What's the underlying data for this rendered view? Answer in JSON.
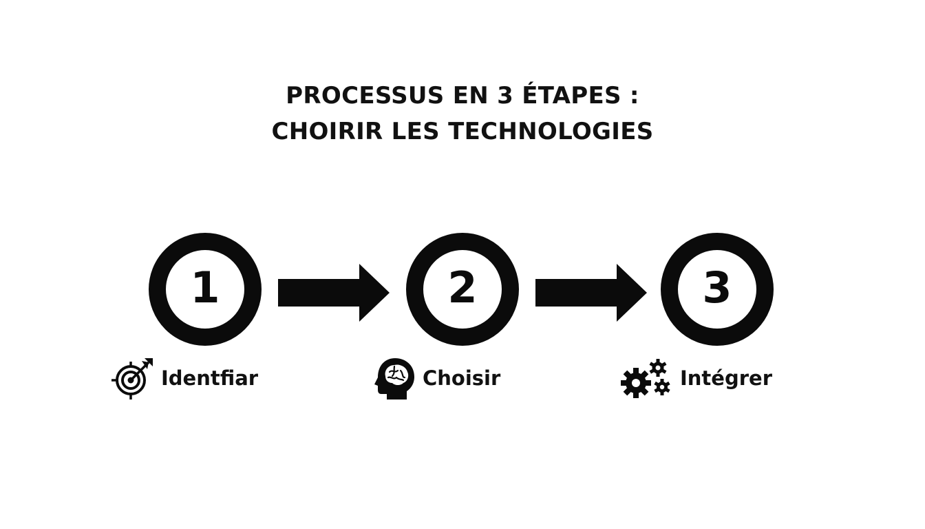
{
  "title": {
    "line1": "PROCESSUS EN 3 ÉTAPES :",
    "line2": "CHOIRIR LES TECHNOLOGIES"
  },
  "steps": [
    {
      "number": "1",
      "label": "Identfiar",
      "icon": "target-arrow-icon"
    },
    {
      "number": "2",
      "label": "Choisir",
      "icon": "brain-head-icon"
    },
    {
      "number": "3",
      "label": "Intégrer",
      "icon": "gears-icon"
    }
  ],
  "colors": {
    "foreground": "#0b0b0b",
    "background": "#ffffff"
  }
}
